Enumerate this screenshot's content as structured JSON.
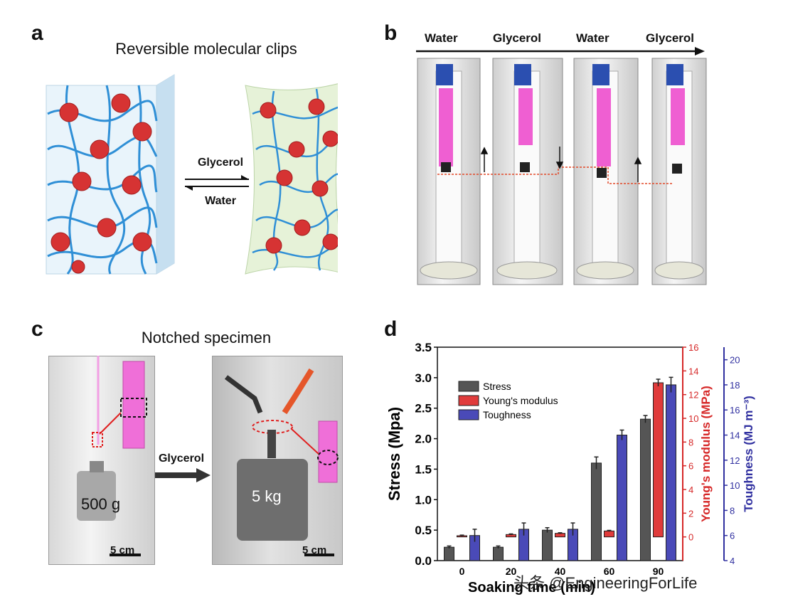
{
  "panel_a": {
    "letter": "a",
    "title": "Reversible molecular clips",
    "forward_label": "Glycerol",
    "reverse_label": "Water"
  },
  "panel_b": {
    "letter": "b",
    "sequence": [
      "Water",
      "Glycerol",
      "Water",
      "Glycerol"
    ]
  },
  "panel_c": {
    "letter": "c",
    "title": "Notched specimen",
    "left_weight": "500 g",
    "right_weight": "5 kg",
    "arrow_label": "Glycerol",
    "scale_left": "5 cm",
    "scale_right": "5 cm"
  },
  "panel_d": {
    "letter": "d"
  },
  "chart_data": {
    "type": "bar",
    "categories": [
      "0",
      "20",
      "40",
      "60",
      "90"
    ],
    "xlabel": "Soaking time (min)",
    "ylabel": "Stress (Mpa)",
    "ylabel2": "Young's modulus (MPa)",
    "ylabel3": "Toughness (MJ m⁻³)",
    "ylim": [
      0,
      3.5
    ],
    "ylim2": [
      -2,
      16
    ],
    "ylim3": [
      4,
      21
    ],
    "yticks": [
      "0.0",
      "0.5",
      "1.0",
      "1.5",
      "2.0",
      "2.5",
      "3.0",
      "3.5"
    ],
    "yticks2": [
      "0",
      "2",
      "4",
      "6",
      "8",
      "10",
      "12",
      "14",
      "16"
    ],
    "yticks3": [
      "4",
      "6",
      "8",
      "10",
      "12",
      "14",
      "16",
      "18",
      "20"
    ],
    "series": [
      {
        "name": "Stress",
        "axis": "left",
        "color": "#555555",
        "values": [
          0.22,
          0.22,
          0.5,
          1.6,
          2.32
        ],
        "err": [
          0.02,
          0.02,
          0.04,
          0.1,
          0.06
        ]
      },
      {
        "name": "Young's modulus",
        "axis": "right1",
        "color": "#e03b3b",
        "values": [
          0.1,
          0.2,
          0.3,
          0.5,
          13.0
        ],
        "err": [
          0.05,
          0.05,
          0.05,
          0.05,
          0.3
        ]
      },
      {
        "name": "Toughness",
        "axis": "right2",
        "color": "#4a4ab8",
        "values": [
          6.0,
          6.5,
          6.5,
          14.0,
          18.0
        ],
        "err": [
          0.5,
          0.5,
          0.5,
          0.4,
          0.6
        ]
      }
    ],
    "colors": {
      "left_axis": "#111111",
      "right1_axis": "#d62828",
      "right2_axis": "#3030a0"
    }
  },
  "watermark": "头条 @EngineeringForLife",
  "watermark_top": "EngineeringForLife"
}
